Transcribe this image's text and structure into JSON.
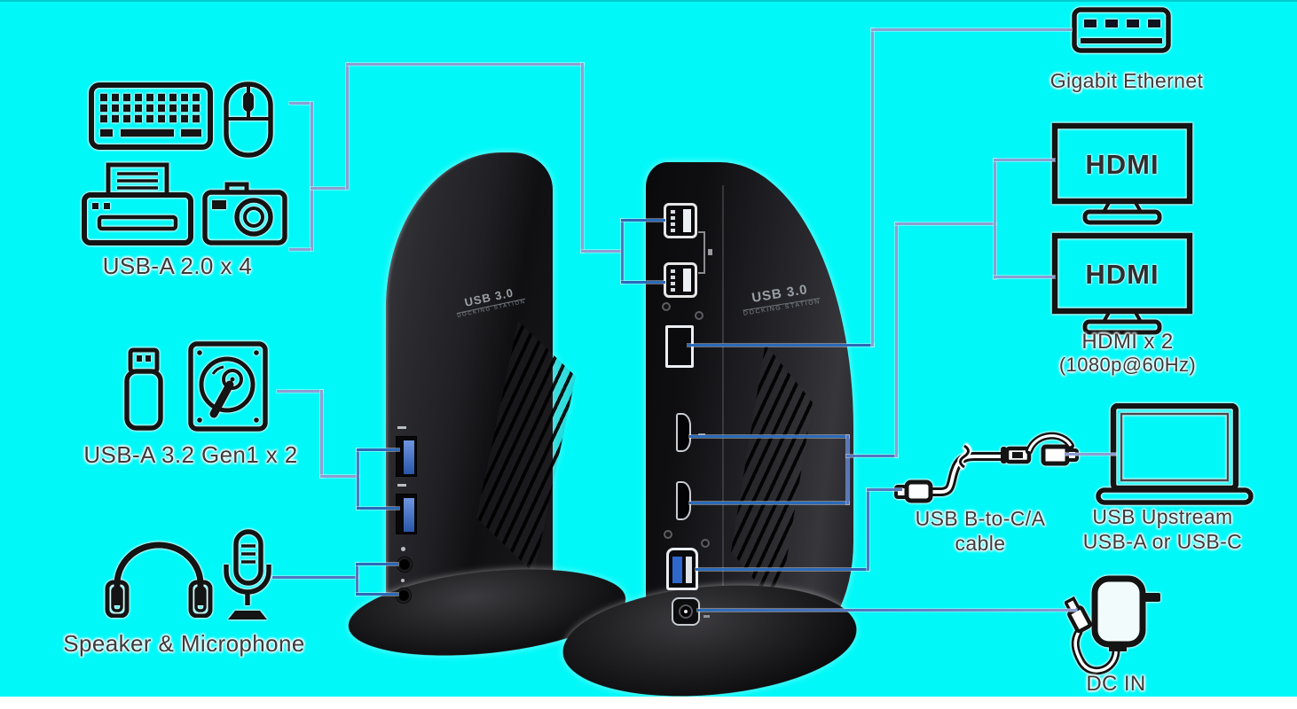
{
  "canvas": {
    "background": "#00f8f8",
    "bottom_strip": "#ffffff"
  },
  "connector_colors": {
    "strong": "#2b6ab8",
    "medium": "#5377bf",
    "soft": "#8d9ed3"
  },
  "labels": {
    "usb_a_20": "USB-A 2.0 x 4",
    "usb_a_32": "USB-A 3.2 Gen1 x 2",
    "speaker_mic": "Speaker & Microphone",
    "ethernet": "Gigabit Ethernet",
    "hdmi_line1": "HDMI x 2",
    "hdmi_line2": "(1080p@60Hz)",
    "cable_line1": "USB B-to-C/A",
    "cable_line2": "cable",
    "upstream_line1": "USB Upstream",
    "upstream_line2": "USB-A or USB-C",
    "dc_in": "DC IN"
  },
  "monitor_text": "HDMI",
  "dock": {
    "brand_1": "USB 3.0",
    "brand_2": "DOCKING STATION"
  },
  "icons": {
    "left_column": [
      "keyboard-icon",
      "mouse-icon",
      "printer-icon",
      "camera-icon",
      "usb-flash-drive-icon",
      "hard-drive-icon",
      "headphones-icon",
      "microphone-icon"
    ],
    "right_column": [
      "ethernet-port-icon",
      "hdmi-monitor-icon",
      "hdmi-monitor-icon",
      "usb-cable-icon",
      "laptop-icon",
      "power-adapter-icon"
    ]
  }
}
